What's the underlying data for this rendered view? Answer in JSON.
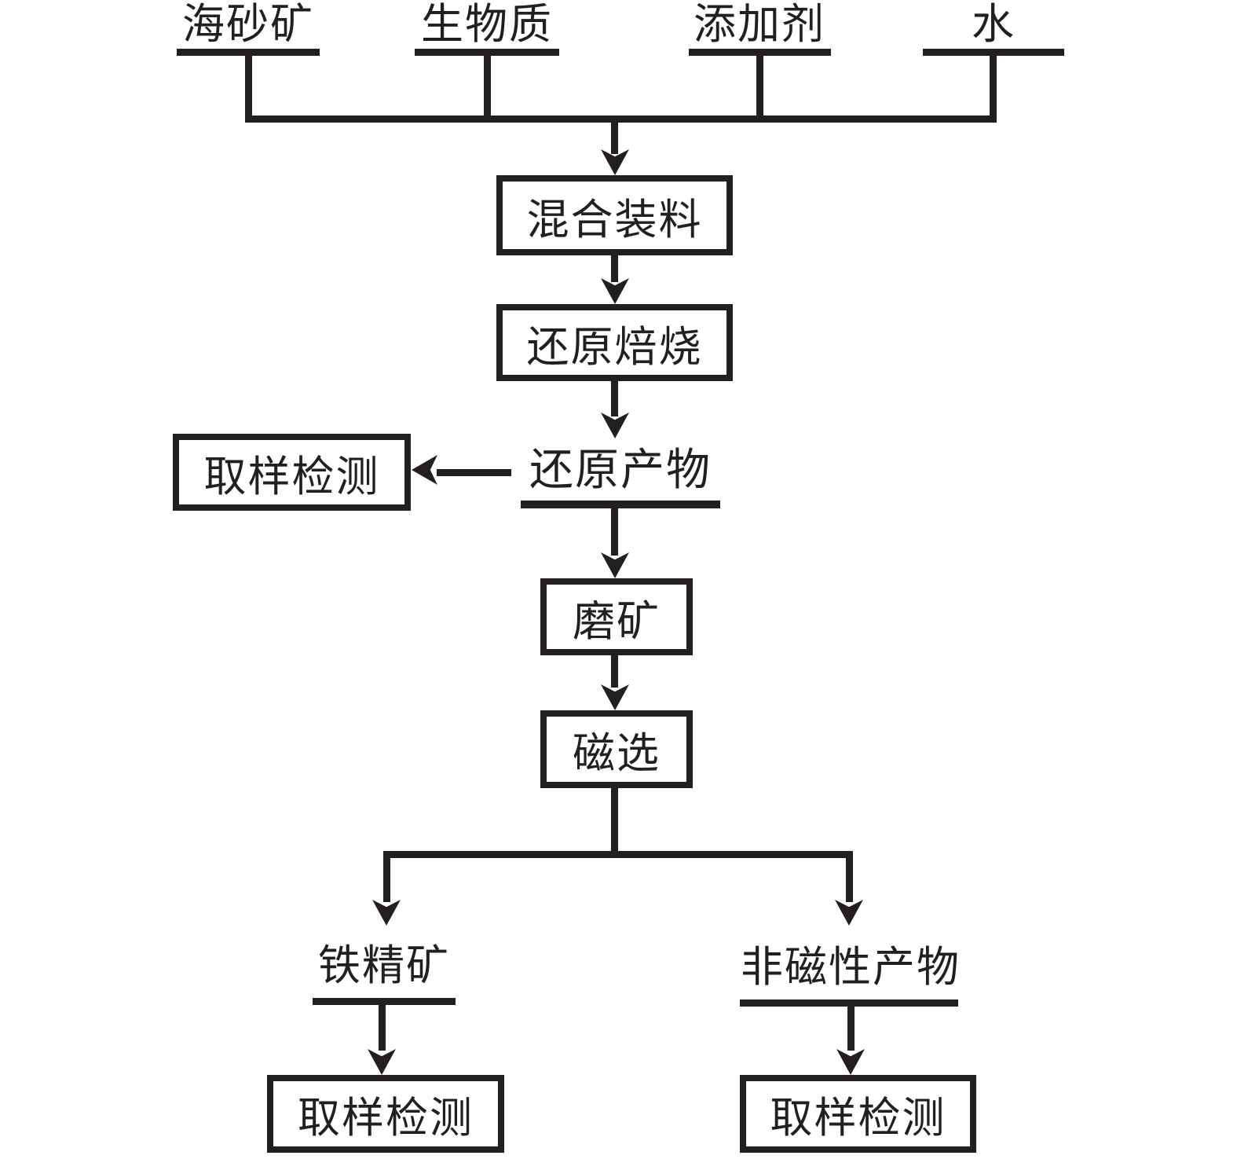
{
  "diagram": {
    "inputs": [
      "海砂矿",
      "生物质",
      "添加剂",
      "水"
    ],
    "steps": {
      "mixing": "混合装料",
      "reduction_roasting": "还原焙烧",
      "reduction_product": "还原产物",
      "grinding": "磨矿",
      "magnetic_separation": "磁选"
    },
    "outputs": {
      "iron_concentrate": "铁精矿",
      "nonmagnetic_product": "非磁性产物"
    },
    "sampling_label": "取样检测",
    "colors": {
      "ink": "#231f20",
      "background": "#ffffff"
    }
  }
}
